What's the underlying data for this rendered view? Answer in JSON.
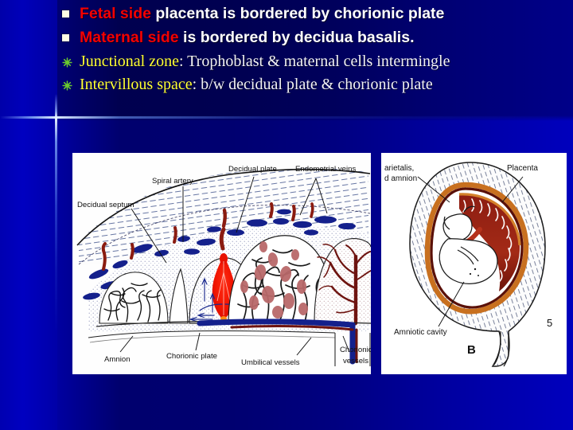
{
  "slide": {
    "background_color": "#00007a",
    "accent_color": "#e1f0ff",
    "highlight_red": "#f40000",
    "highlight_yellow": "#ffff33",
    "bullet_square_color": "#fffde3",
    "bullet_star_color": "#6ac92e"
  },
  "bullets": [
    {
      "marker": "square-bullet",
      "style": "sans",
      "highlight": "Fetal side",
      "rest": " placenta is bordered by chorionic plate",
      "full": "Fetal side placenta is bordered by chorionic plate"
    },
    {
      "marker": "square-bullet",
      "style": "sans",
      "highlight": "Maternal side",
      "rest": " is bordered by decidua basalis.",
      "full": "Maternal side is bordered by decidua basalis."
    },
    {
      "marker": "star-bullet",
      "style": "serif",
      "highlight": "Junctional zone",
      "rest": ": Trophoblast & maternal cells intermingle",
      "full": "Junctional zone: Trophoblast & maternal cells intermingle"
    },
    {
      "marker": "star-bullet",
      "style": "serif",
      "highlight": "Intervillous space",
      "rest": ": b/w decidual plate & chorionic plate",
      "full": "Intervillous space: b/w decidual plate & chorionic plate"
    }
  ],
  "figure_a": {
    "name": "placenta-cross-section-diagram",
    "labels": {
      "decidual_septum": "Decidual septum",
      "spiral_artery": "Spiral artery",
      "decidual_plate": "Decidual plate",
      "endometrial_veins": "Endometrial veins",
      "amnion": "Amnion",
      "chorionic_plate": "Chorionic plate",
      "umbilical_vessels": "Umbilical vessels",
      "chorionic_vessels_line1": "Chorionic",
      "chorionic_vessels_line2": "vessels"
    }
  },
  "figure_b": {
    "name": "uterus-fetus-placenta-diagram",
    "labels": {
      "parietalis_line1": "arietalis,",
      "parietalis_line2": "d amnion",
      "placenta": "Placenta",
      "amniotic_cavity": "Amniotic cavity",
      "panel_letter": "B",
      "page_mark": "5"
    }
  }
}
